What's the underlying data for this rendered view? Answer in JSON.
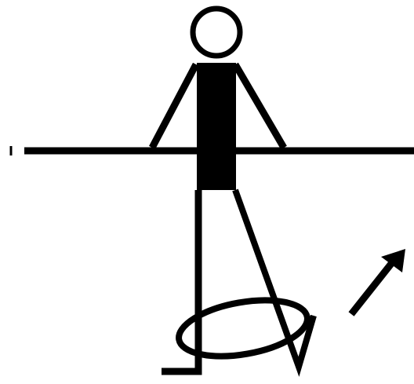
{
  "diagram": {
    "colors": {
      "ink": "#000000",
      "background": "#ffffff"
    },
    "elements": {
      "head": "head",
      "torso": "torso",
      "left_arm": "left-arm",
      "right_arm": "right-arm",
      "horizontal_bar": "horizontal-bar",
      "standing_leg": "standing-leg",
      "swinging_leg": "swinging-leg",
      "rotation_ring": "rotation-ring",
      "direction_arrow": "direction-arrow"
    }
  }
}
